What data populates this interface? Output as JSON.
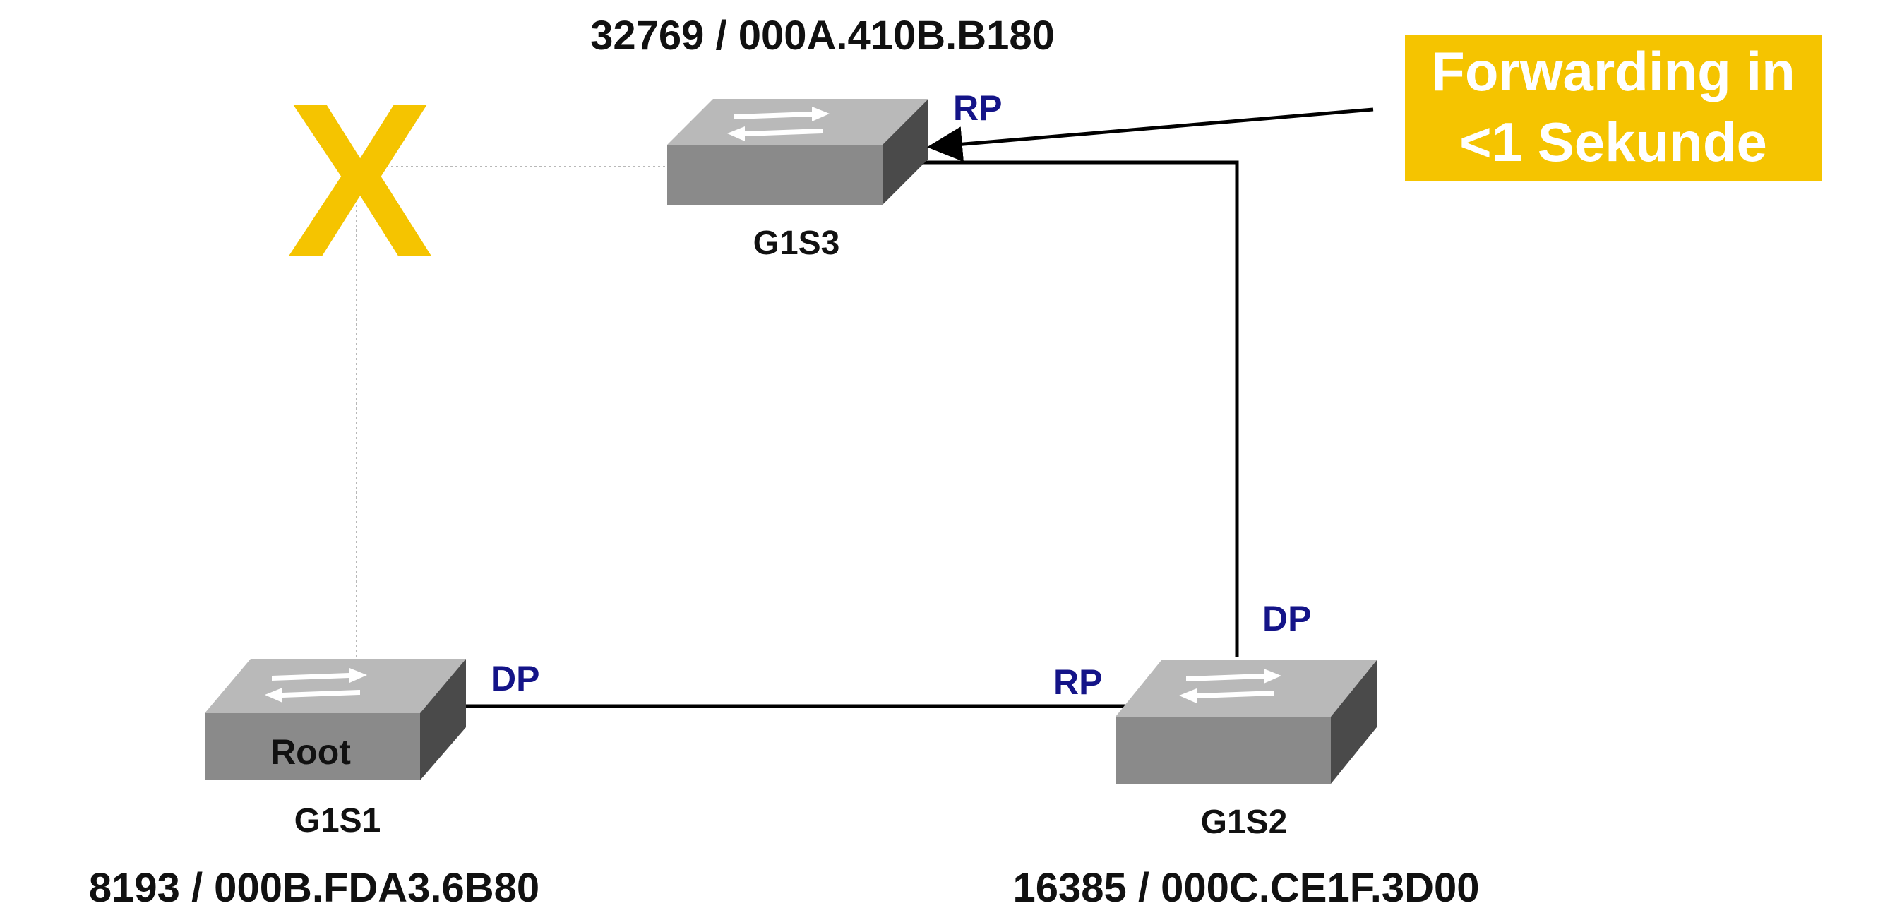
{
  "switches": {
    "s1": {
      "name": "G1S1",
      "inner_label": "Root",
      "bridge_id": "8193 / 000B.FDA3.6B80"
    },
    "s2": {
      "name": "G1S2",
      "bridge_id": "16385 / 000C.CE1F.3D00"
    },
    "s3": {
      "name": "G1S3",
      "bridge_id": "32769 / 000A.410B.B180"
    }
  },
  "ports": {
    "s1_port": "DP",
    "s2_port_left": "RP",
    "s2_port_top": "DP",
    "s3_port": "RP"
  },
  "blocked_marker": "X",
  "callout": {
    "line1": "Forwarding in",
    "line2": "<1 Sekunde"
  },
  "colors": {
    "accent": "#F5C400",
    "port_label": "#141488",
    "switch_front": "#8A8A8A",
    "switch_top": "#B9B9B9",
    "switch_side": "#4A4A4A",
    "link": "#000000",
    "blocked_link": "#B8B8B8"
  }
}
